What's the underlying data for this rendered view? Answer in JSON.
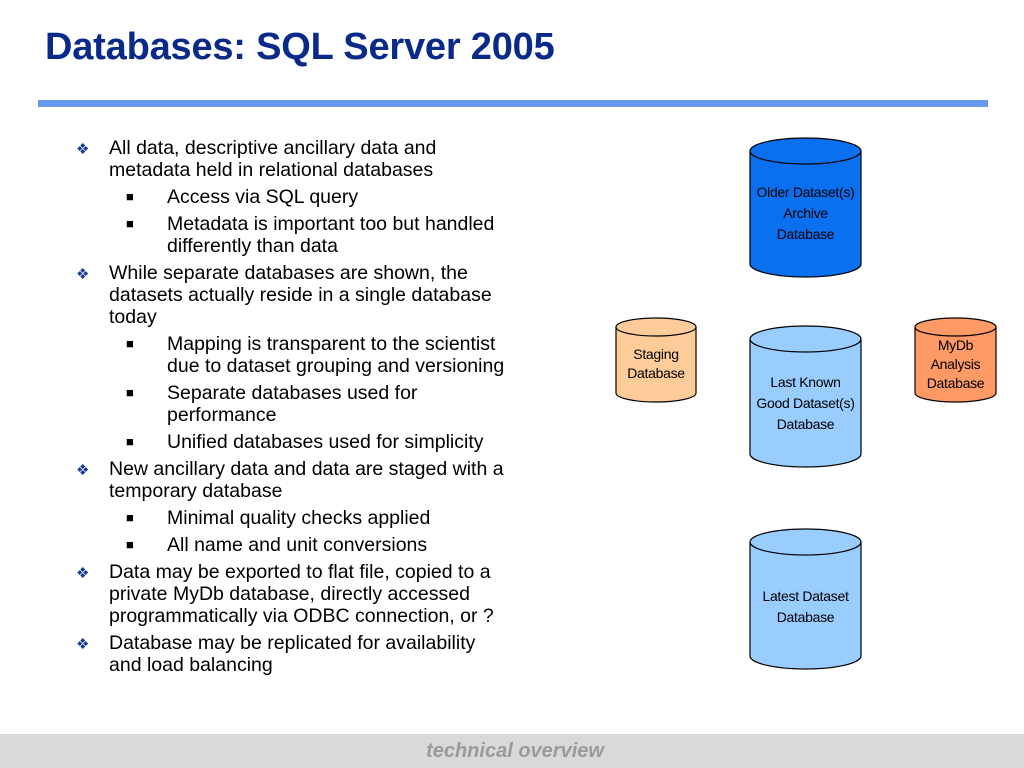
{
  "slide": {
    "title": "Databases: SQL Server 2005",
    "footer": "technical overview"
  },
  "bullets": [
    {
      "lines": [
        "All data, descriptive ancillary data and",
        "metadata held in relational databases"
      ],
      "subs": [
        {
          "lines": [
            "Access via SQL query"
          ]
        },
        {
          "lines": [
            "Metadata is important too but handled",
            "differently than data"
          ]
        }
      ]
    },
    {
      "lines": [
        "While separate databases are shown, the",
        "datasets actually reside in a single database",
        "today"
      ],
      "subs": [
        {
          "lines": [
            "Mapping is transparent to the scientist",
            "due to dataset grouping and versioning"
          ]
        },
        {
          "lines": [
            "Separate databases used for",
            "performance"
          ]
        },
        {
          "lines": [
            "Unified databases used for simplicity"
          ]
        }
      ]
    },
    {
      "lines": [
        "New ancillary data and data are staged with a",
        "temporary database"
      ],
      "subs": [
        {
          "lines": [
            "Minimal quality checks applied"
          ]
        },
        {
          "lines": [
            "All name and unit conversions"
          ]
        }
      ]
    },
    {
      "lines": [
        "Data may be exported to flat file, copied to a",
        "private MyDb database, directly accessed",
        "programmatically via ODBC connection, or ?"
      ],
      "subs": []
    },
    {
      "lines": [
        "Database may be replicated for availability",
        "and load balancing"
      ],
      "subs": []
    }
  ],
  "databases": {
    "older": {
      "lines": [
        "Older Dataset(s)",
        "Archive",
        "Database"
      ],
      "color": "#0a70f0"
    },
    "staging": {
      "lines": [
        "Staging",
        "Database"
      ],
      "color": "#ffcc99"
    },
    "last_known": {
      "lines": [
        "Last Known",
        "Good Dataset(s)",
        "Database"
      ],
      "color": "#99ccff"
    },
    "mydb": {
      "lines": [
        "MyDb",
        "Analysis",
        "Database"
      ],
      "color": "#ff9966"
    },
    "latest": {
      "lines": [
        "Latest Dataset",
        "Database"
      ],
      "color": "#99ccff"
    }
  }
}
